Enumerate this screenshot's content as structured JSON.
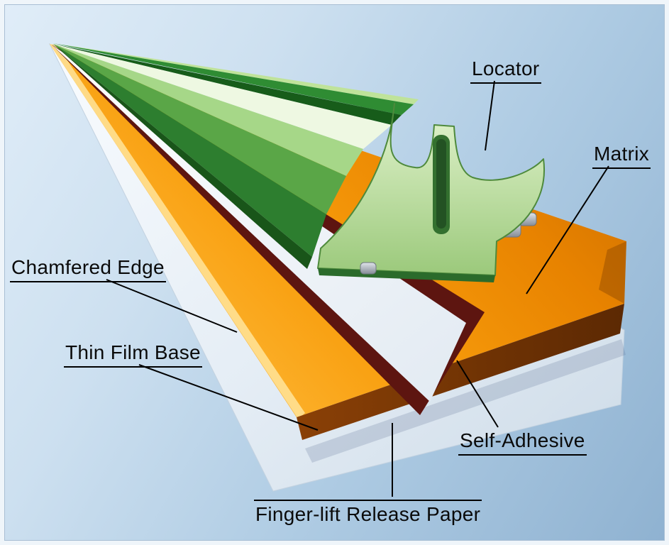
{
  "diagram": {
    "type": "technical-layer-diagram",
    "labels": {
      "locator": "Locator",
      "matrix": "Matrix",
      "chamfered_edge": "Chamfered Edge",
      "thin_film_base": "Thin Film Base",
      "self_adhesive": "Self-Adhesive",
      "finger_lift_release_paper": "Finger-lift Release Paper"
    },
    "colors": {
      "background_light": "#e0edf8",
      "background_dark": "#8fb2d1",
      "matrix_orange": "#f08c00",
      "matrix_chamfer": "#6e3204",
      "profile_green": "#58a647",
      "profile_highlight": "#eef8e2",
      "channel_maroon": "#5d1510",
      "adhesive_white": "#ffffff",
      "release_paper": "#edf3f9",
      "label_text": "#0a0a0a",
      "leader_line": "#000000"
    }
  }
}
